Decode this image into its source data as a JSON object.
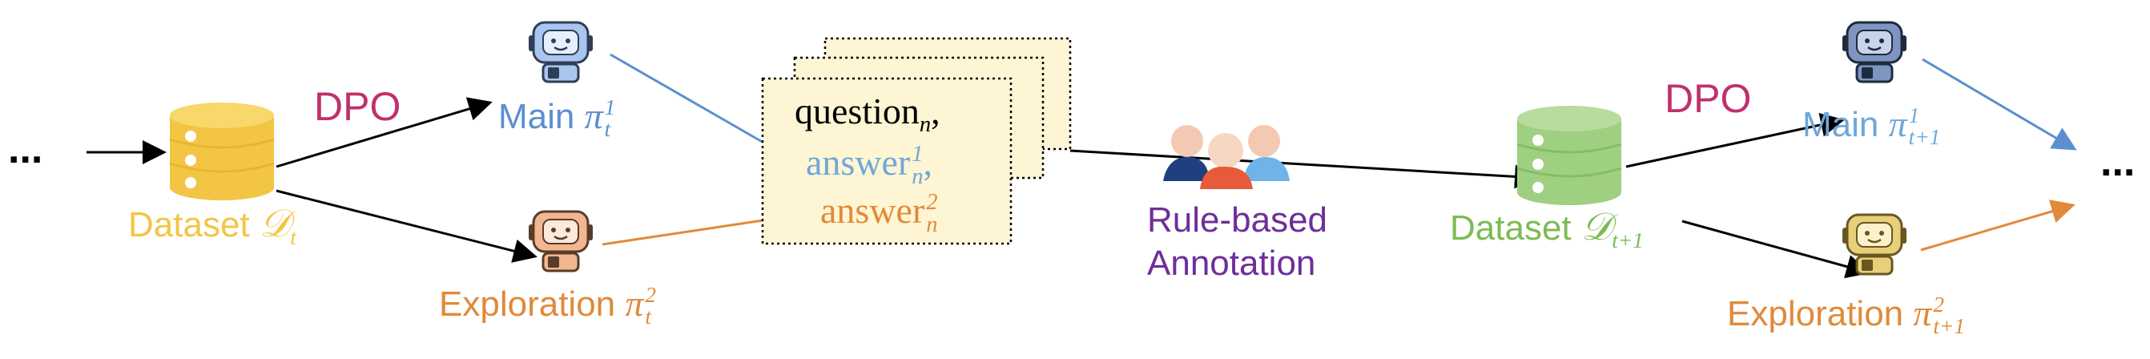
{
  "colors": {
    "dpo": "#c0306c",
    "main_blue": "#5b8fd0",
    "explore_orange": "#e08a3a",
    "dataset_yellow": "#f3c545",
    "dataset_green": "#7dbb52",
    "annotation_purple": "#6d2e9a",
    "card_fill": "#fdf5d3"
  },
  "left": {
    "ellipsis": "...",
    "dpo_label": "DPO",
    "main_word": "Main",
    "main_symbol": "π",
    "main_sup": "1",
    "main_sub": "t",
    "dataset_word": "Dataset",
    "dataset_symbol": "𝒟",
    "dataset_sub": "t",
    "exploration_word": "Exploration",
    "exploration_symbol": "π",
    "exploration_sup": "2",
    "exploration_sub": "t",
    "main_robot_icon": "robot-icon",
    "explore_robot_icon": "robot-icon",
    "dataset_icon": "database-icon"
  },
  "card": {
    "question": "question",
    "question_sub": "n",
    "answer1": "answer",
    "answer1_sup": "1",
    "answer1_sub": "n",
    "answer2": "answer",
    "answer2_sup": "2",
    "answer2_sub": "n"
  },
  "annotation": {
    "line1": "Rule-based",
    "line2": "Annotation",
    "icon": "people-group-icon"
  },
  "right": {
    "ellipsis": "...",
    "dpo_label": "DPO",
    "main_word": "Main",
    "main_symbol": "π",
    "main_sup": "1",
    "main_sub": "t+1",
    "dataset_word": "Dataset",
    "dataset_symbol": "𝒟",
    "dataset_sub": "t+1",
    "exploration_word": "Exploration",
    "exploration_symbol": "π",
    "exploration_sup": "2",
    "exploration_sub": "t+1",
    "main_robot_icon": "robot-icon",
    "explore_robot_icon": "robot-icon",
    "dataset_icon": "database-icon"
  }
}
